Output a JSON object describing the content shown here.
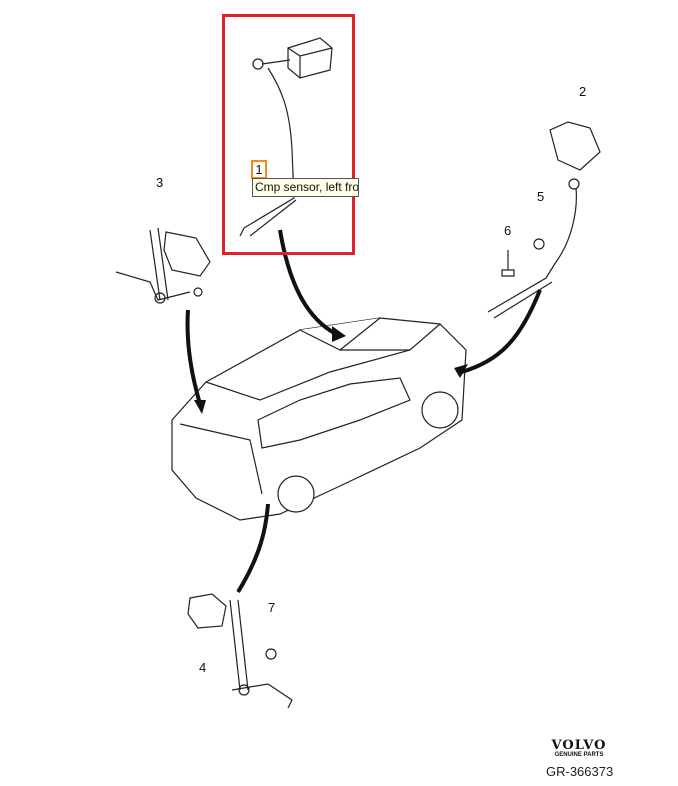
{
  "diagram": {
    "highlighted_part": {
      "number": "1",
      "tooltip": "Cmp sensor, left from"
    },
    "part_labels": [
      "2",
      "3",
      "4",
      "5",
      "6",
      "7"
    ],
    "brand": "VOLVO",
    "brand_sub": "GENUINE PARTS",
    "reference": "GR-366373",
    "colors": {
      "highlight": "#e0202a",
      "callout": "#f08a1c"
    }
  }
}
